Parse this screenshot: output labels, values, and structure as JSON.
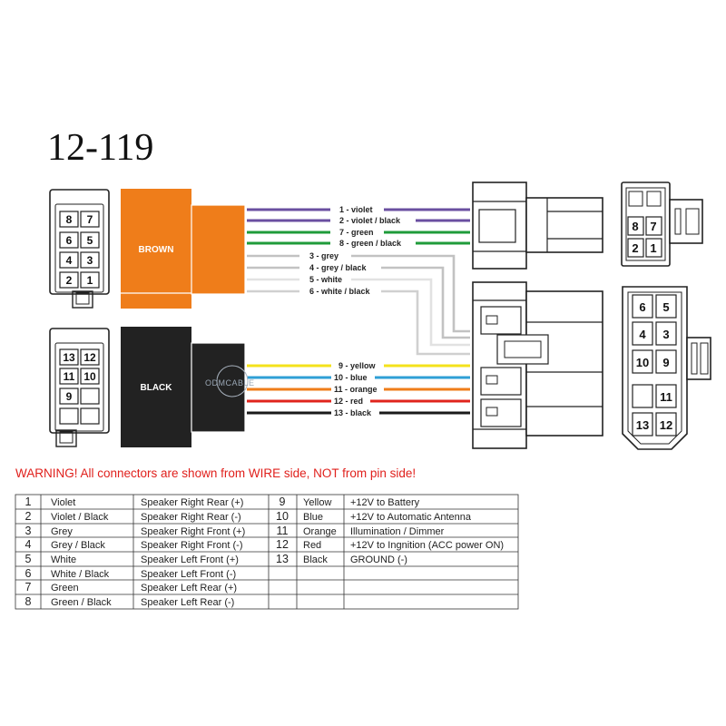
{
  "title": "12-119",
  "connectors": {
    "brown_label": "BROWN",
    "black_label": "BLACK",
    "left_top_pins": [
      "8",
      "7",
      "6",
      "5",
      "4",
      "3",
      "2",
      "1"
    ],
    "left_bottom_pins": [
      "13",
      "12",
      "11",
      "10",
      "9"
    ],
    "right_top_pins": [
      "8",
      "7",
      "2",
      "1"
    ],
    "right_bottom_pins": [
      "6",
      "5",
      "4",
      "3",
      "10",
      "9",
      "11",
      "13",
      "12"
    ]
  },
  "wires": [
    {
      "label": "1 - violet",
      "color": "#6a4fa0"
    },
    {
      "label": "2 - violet / black",
      "color": "#6a4fa0"
    },
    {
      "label": "7 - green",
      "color": "#1f9b3a"
    },
    {
      "label": "8 - green / black",
      "color": "#1f9b3a"
    },
    {
      "label": "3 - grey",
      "color": "#b9b9b9"
    },
    {
      "label": "4 - grey / black",
      "color": "#b9b9b9"
    },
    {
      "label": "5 - white",
      "color": "#e4e4e4"
    },
    {
      "label": "6 - white / black",
      "color": "#d4d4d4"
    },
    {
      "label": "9 - yellow",
      "color": "#f4e21c"
    },
    {
      "label": "10 - blue",
      "color": "#2f9fd6"
    },
    {
      "label": "11 - orange",
      "color": "#ef7d1a"
    },
    {
      "label": "12 - red",
      "color": "#e0241c"
    },
    {
      "label": "13 - black",
      "color": "#1a1a1a"
    }
  ],
  "colors": {
    "brown_block": "#ef7d1a",
    "black_block": "#222222",
    "warning": "#e0201c"
  },
  "watermark": "ODMCABLE",
  "warning": "WARNING! All connectors are shown from WIRE side, NOT from pin side!",
  "table": {
    "left": [
      [
        "1",
        "Violet",
        "Speaker Right Rear (+)"
      ],
      [
        "2",
        "Violet / Black",
        "Speaker Right Rear (-)"
      ],
      [
        "3",
        "Grey",
        "Speaker Right Front (+)"
      ],
      [
        "4",
        "Grey / Black",
        "Speaker Right Front (-)"
      ],
      [
        "5",
        "White",
        "Speaker Left Front (+)"
      ],
      [
        "6",
        "White / Black",
        "Speaker Left Front (-)"
      ],
      [
        "7",
        "Green",
        "Speaker Left Rear (+)"
      ],
      [
        "8",
        "Green / Black",
        "Speaker Left Rear (-)"
      ]
    ],
    "right": [
      [
        "9",
        "Yellow",
        "+12V to Battery"
      ],
      [
        "10",
        "Blue",
        "+12V to Automatic Antenna"
      ],
      [
        "11",
        "Orange",
        "Illumination / Dimmer"
      ],
      [
        "12",
        "Red",
        "+12V to Ingnition (ACC power ON)"
      ],
      [
        "13",
        "Black",
        "GROUND (-)"
      ],
      [
        "",
        "",
        ""
      ],
      [
        "",
        "",
        ""
      ],
      [
        "",
        "",
        ""
      ]
    ]
  }
}
